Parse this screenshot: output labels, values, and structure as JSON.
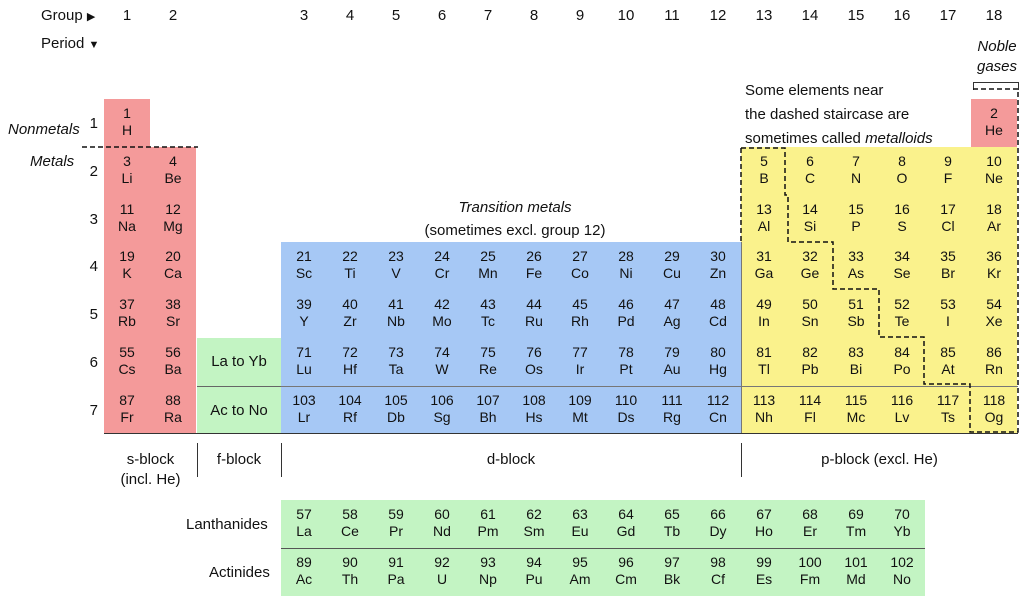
{
  "header": {
    "group_label": "Group",
    "group_arrow": "▶",
    "period_label": "Period",
    "period_arrow": "▼"
  },
  "groups": [
    "1",
    "2",
    "3",
    "4",
    "5",
    "6",
    "7",
    "8",
    "9",
    "10",
    "11",
    "12",
    "13",
    "14",
    "15",
    "16",
    "17",
    "18"
  ],
  "periods": [
    "1",
    "2",
    "3",
    "4",
    "5",
    "6",
    "7"
  ],
  "annotations": {
    "nonmetals": "Nonmetals",
    "metals": "Metals",
    "noble_gases_1": "Noble",
    "noble_gases_2": "gases",
    "metalloids_1": "Some elements near",
    "metalloids_2": "the dashed staircase are",
    "metalloids_3": "sometimes called",
    "metalloids_4": "metalloids",
    "transition_1": "Transition metals",
    "transition_2": "(sometimes excl. group 12)"
  },
  "f_placeholders": {
    "period6": "La to Yb",
    "period7": "Ac to No"
  },
  "blocks": {
    "s": "s-block",
    "s2": "(incl. He)",
    "f": "f-block",
    "d": "d-block",
    "p": "p-block (excl. He)"
  },
  "series_labels": {
    "lanthanides": "Lanthanides",
    "actinides": "Actinides"
  },
  "elements": [
    {
      "n": "1",
      "s": "H",
      "b": "s"
    },
    {
      "n": "2",
      "s": "He",
      "b": "s"
    },
    {
      "n": "3",
      "s": "Li",
      "b": "s"
    },
    {
      "n": "4",
      "s": "Be",
      "b": "s"
    },
    {
      "n": "5",
      "s": "B",
      "b": "p"
    },
    {
      "n": "6",
      "s": "C",
      "b": "p"
    },
    {
      "n": "7",
      "s": "N",
      "b": "p"
    },
    {
      "n": "8",
      "s": "O",
      "b": "p"
    },
    {
      "n": "9",
      "s": "F",
      "b": "p"
    },
    {
      "n": "10",
      "s": "Ne",
      "b": "p"
    },
    {
      "n": "11",
      "s": "Na",
      "b": "s"
    },
    {
      "n": "12",
      "s": "Mg",
      "b": "s"
    },
    {
      "n": "13",
      "s": "Al",
      "b": "p"
    },
    {
      "n": "14",
      "s": "Si",
      "b": "p"
    },
    {
      "n": "15",
      "s": "P",
      "b": "p"
    },
    {
      "n": "16",
      "s": "S",
      "b": "p"
    },
    {
      "n": "17",
      "s": "Cl",
      "b": "p"
    },
    {
      "n": "18",
      "s": "Ar",
      "b": "p"
    },
    {
      "n": "19",
      "s": "K",
      "b": "s"
    },
    {
      "n": "20",
      "s": "Ca",
      "b": "s"
    },
    {
      "n": "21",
      "s": "Sc",
      "b": "d"
    },
    {
      "n": "22",
      "s": "Ti",
      "b": "d"
    },
    {
      "n": "23",
      "s": "V",
      "b": "d"
    },
    {
      "n": "24",
      "s": "Cr",
      "b": "d"
    },
    {
      "n": "25",
      "s": "Mn",
      "b": "d"
    },
    {
      "n": "26",
      "s": "Fe",
      "b": "d"
    },
    {
      "n": "27",
      "s": "Co",
      "b": "d"
    },
    {
      "n": "28",
      "s": "Ni",
      "b": "d"
    },
    {
      "n": "29",
      "s": "Cu",
      "b": "d"
    },
    {
      "n": "30",
      "s": "Zn",
      "b": "d"
    },
    {
      "n": "31",
      "s": "Ga",
      "b": "p"
    },
    {
      "n": "32",
      "s": "Ge",
      "b": "p"
    },
    {
      "n": "33",
      "s": "As",
      "b": "p"
    },
    {
      "n": "34",
      "s": "Se",
      "b": "p"
    },
    {
      "n": "35",
      "s": "Br",
      "b": "p"
    },
    {
      "n": "36",
      "s": "Kr",
      "b": "p"
    },
    {
      "n": "37",
      "s": "Rb",
      "b": "s"
    },
    {
      "n": "38",
      "s": "Sr",
      "b": "s"
    },
    {
      "n": "39",
      "s": "Y",
      "b": "d"
    },
    {
      "n": "40",
      "s": "Zr",
      "b": "d"
    },
    {
      "n": "41",
      "s": "Nb",
      "b": "d"
    },
    {
      "n": "42",
      "s": "Mo",
      "b": "d"
    },
    {
      "n": "43",
      "s": "Tc",
      "b": "d"
    },
    {
      "n": "44",
      "s": "Ru",
      "b": "d"
    },
    {
      "n": "45",
      "s": "Rh",
      "b": "d"
    },
    {
      "n": "46",
      "s": "Pd",
      "b": "d"
    },
    {
      "n": "47",
      "s": "Ag",
      "b": "d"
    },
    {
      "n": "48",
      "s": "Cd",
      "b": "d"
    },
    {
      "n": "49",
      "s": "In",
      "b": "p"
    },
    {
      "n": "50",
      "s": "Sn",
      "b": "p"
    },
    {
      "n": "51",
      "s": "Sb",
      "b": "p"
    },
    {
      "n": "52",
      "s": "Te",
      "b": "p"
    },
    {
      "n": "53",
      "s": "I",
      "b": "p"
    },
    {
      "n": "54",
      "s": "Xe",
      "b": "p"
    },
    {
      "n": "55",
      "s": "Cs",
      "b": "s"
    },
    {
      "n": "56",
      "s": "Ba",
      "b": "s"
    },
    {
      "n": "71",
      "s": "Lu",
      "b": "d"
    },
    {
      "n": "72",
      "s": "Hf",
      "b": "d"
    },
    {
      "n": "73",
      "s": "Ta",
      "b": "d"
    },
    {
      "n": "74",
      "s": "W",
      "b": "d"
    },
    {
      "n": "75",
      "s": "Re",
      "b": "d"
    },
    {
      "n": "76",
      "s": "Os",
      "b": "d"
    },
    {
      "n": "77",
      "s": "Ir",
      "b": "d"
    },
    {
      "n": "78",
      "s": "Pt",
      "b": "d"
    },
    {
      "n": "79",
      "s": "Au",
      "b": "d"
    },
    {
      "n": "80",
      "s": "Hg",
      "b": "d"
    },
    {
      "n": "81",
      "s": "Tl",
      "b": "p"
    },
    {
      "n": "82",
      "s": "Pb",
      "b": "p"
    },
    {
      "n": "83",
      "s": "Bi",
      "b": "p"
    },
    {
      "n": "84",
      "s": "Po",
      "b": "p"
    },
    {
      "n": "85",
      "s": "At",
      "b": "p"
    },
    {
      "n": "86",
      "s": "Rn",
      "b": "p"
    },
    {
      "n": "87",
      "s": "Fr",
      "b": "s"
    },
    {
      "n": "88",
      "s": "Ra",
      "b": "s"
    },
    {
      "n": "103",
      "s": "Lr",
      "b": "d"
    },
    {
      "n": "104",
      "s": "Rf",
      "b": "d"
    },
    {
      "n": "105",
      "s": "Db",
      "b": "d"
    },
    {
      "n": "106",
      "s": "Sg",
      "b": "d"
    },
    {
      "n": "107",
      "s": "Bh",
      "b": "d"
    },
    {
      "n": "108",
      "s": "Hs",
      "b": "d"
    },
    {
      "n": "109",
      "s": "Mt",
      "b": "d"
    },
    {
      "n": "110",
      "s": "Ds",
      "b": "d"
    },
    {
      "n": "111",
      "s": "Rg",
      "b": "d"
    },
    {
      "n": "112",
      "s": "Cn",
      "b": "d"
    },
    {
      "n": "113",
      "s": "Nh",
      "b": "p"
    },
    {
      "n": "114",
      "s": "Fl",
      "b": "p"
    },
    {
      "n": "115",
      "s": "Mc",
      "b": "p"
    },
    {
      "n": "116",
      "s": "Lv",
      "b": "p"
    },
    {
      "n": "117",
      "s": "Ts",
      "b": "p"
    },
    {
      "n": "118",
      "s": "Og",
      "b": "p"
    }
  ],
  "lanthanides": [
    {
      "n": "57",
      "s": "La"
    },
    {
      "n": "58",
      "s": "Ce"
    },
    {
      "n": "59",
      "s": "Pr"
    },
    {
      "n": "60",
      "s": "Nd"
    },
    {
      "n": "61",
      "s": "Pm"
    },
    {
      "n": "62",
      "s": "Sm"
    },
    {
      "n": "63",
      "s": "Eu"
    },
    {
      "n": "64",
      "s": "Gd"
    },
    {
      "n": "65",
      "s": "Tb"
    },
    {
      "n": "66",
      "s": "Dy"
    },
    {
      "n": "67",
      "s": "Ho"
    },
    {
      "n": "68",
      "s": "Er"
    },
    {
      "n": "69",
      "s": "Tm"
    },
    {
      "n": "70",
      "s": "Yb"
    }
  ],
  "actinides": [
    {
      "n": "89",
      "s": "Ac"
    },
    {
      "n": "90",
      "s": "Th"
    },
    {
      "n": "91",
      "s": "Pa"
    },
    {
      "n": "92",
      "s": "U"
    },
    {
      "n": "93",
      "s": "Np"
    },
    {
      "n": "94",
      "s": "Pu"
    },
    {
      "n": "95",
      "s": "Am"
    },
    {
      "n": "96",
      "s": "Cm"
    },
    {
      "n": "97",
      "s": "Bk"
    },
    {
      "n": "98",
      "s": "Cf"
    },
    {
      "n": "99",
      "s": "Es"
    },
    {
      "n": "100",
      "s": "Fm"
    },
    {
      "n": "101",
      "s": "Md"
    },
    {
      "n": "102",
      "s": "No"
    }
  ],
  "colors": {
    "s_block": "#f49a9a",
    "f_block": "#c3f4c3",
    "d_block": "#a6c8f5",
    "p_block": "#faf28c"
  }
}
